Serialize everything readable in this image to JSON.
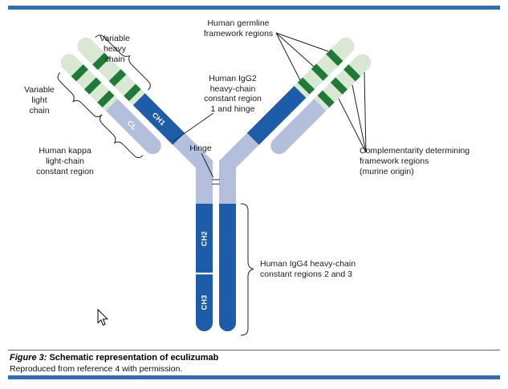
{
  "colors": {
    "accent_bar": "#2f6eb4",
    "constant_blue": "#1d5ca8",
    "hinge_lavender": "#b4bedd",
    "variable_green": "#d9e8d2",
    "framework_green": "#1f7a38"
  },
  "diagram": {
    "labels": {
      "variable_heavy": "Variable\nheavy\nchain",
      "variable_light": "Variable\nlight\nchain",
      "kappa_constant": "Human kappa\nlight-chain\nconstant region",
      "germline": "Human germline\nframework regions",
      "igg2": "Human IgG2\nheavy-chain\nconstant region\n1 and hinge",
      "hinge": "Hinge",
      "cdr": "Complementarity determining\nframework regions\n(murine origin)",
      "igg4": "Human IgG4 heavy-chain\nconstant regions 2 and 3"
    },
    "domains": {
      "ch1": "CH1",
      "cl": "CL",
      "ch2": "CH2",
      "ch3": "CH3"
    }
  },
  "caption": {
    "figure_label": "Figure 3:",
    "figure_title": "Schematic representation of eculizumab",
    "credit": "Reproduced from reference 4 with permission."
  }
}
